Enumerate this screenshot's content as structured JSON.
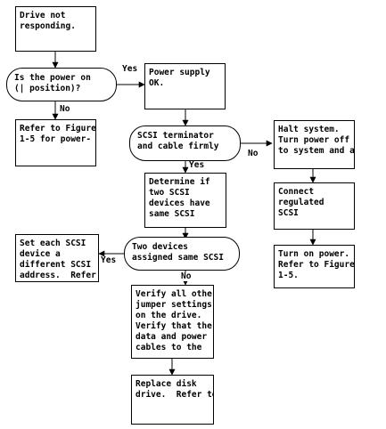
{
  "flowchart": {
    "nodes": {
      "drive_not_responding": "Drive not\nresponding.",
      "power_on_question": "Is the power on\n(| position)?",
      "refer_figure_power": "Refer to Figure\n1-5 for power-",
      "power_supply_ok": "Power supply\nOK.",
      "scsi_terminator": "SCSI terminator\nand cable firmly",
      "halt_system": "Halt system.\nTurn power off\nto system and all",
      "determine_scsi": "Determine if\ntwo SCSI\ndevices have\nsame SCSI",
      "connect_regulated": "Connect\nregulated\nSCSI",
      "set_each_scsi": "Set each SCSI\ndevice a\ndifferent SCSI\naddress.  Refer",
      "two_devices_question": "Two devices\nassigned same SCSI",
      "turn_on_power": "Turn on power.\nRefer to Figure\n1-5.",
      "verify_jumpers": "Verify all other\njumper settings\non the drive.\nVerify that the\ndata and power\ncables to the",
      "replace_disk": "Replace disk\ndrive.  Refer to"
    },
    "labels": {
      "power_yes": "Yes",
      "power_no": "No",
      "scsi_yes": "Yes",
      "scsi_no": "No",
      "devices_yes": "Yes",
      "devices_no": "No"
    },
    "line_color": "#000000"
  }
}
